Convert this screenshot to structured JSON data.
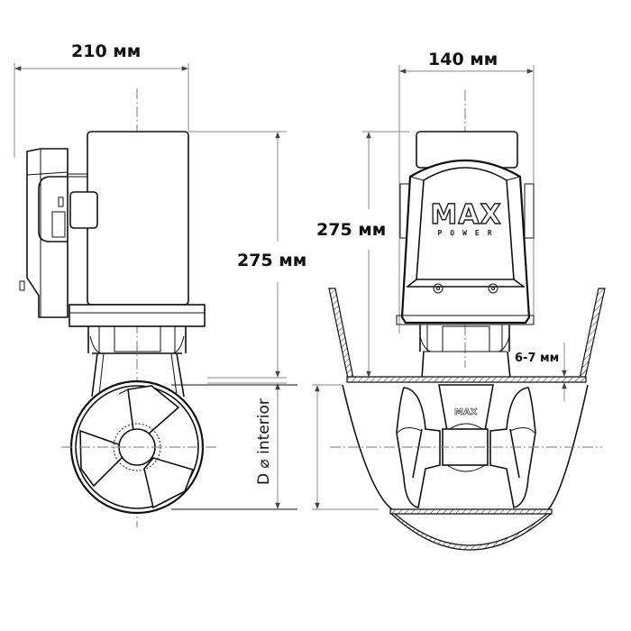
{
  "diagram": {
    "subject": "Bow thruster dimension drawing",
    "views": {
      "side_view": {
        "width_label": "210 мм",
        "height_label": "275 мм",
        "tunnel_label": "D ⌀ interior"
      },
      "front_view": {
        "width_label": "140 мм",
        "height_label": "275 мм",
        "wall_thickness_label": "6-7 мм",
        "motor_cover_brand": "MAX",
        "motor_cover_subbrand": "POWER",
        "leg_brand": "MAX"
      }
    },
    "colors": {
      "line": "#111111",
      "dimension_line": "#888888",
      "centerline": "#777777",
      "background": "#ffffff"
    }
  }
}
